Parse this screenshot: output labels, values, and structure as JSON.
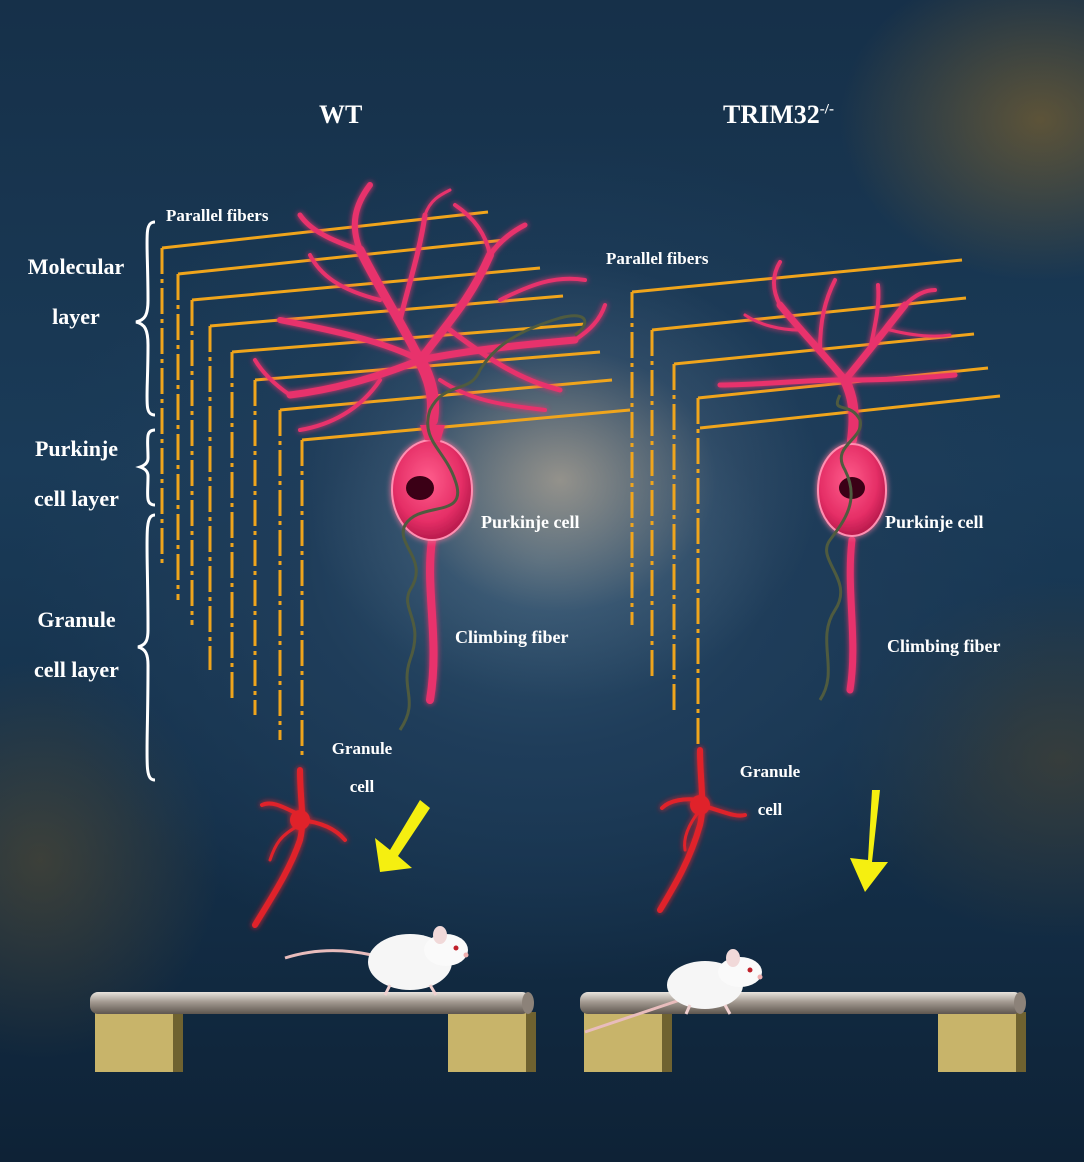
{
  "groups": {
    "wt": {
      "title": "WT",
      "parallel_fibers": "Parallel fibers",
      "purkinje_cell": "Purkinje cell",
      "climbing_fiber": "Climbing fiber",
      "granule_cell": "Granule\ncell"
    },
    "ko": {
      "title_base": "TRIM32",
      "title_sup": "-/-",
      "parallel_fibers": "Parallel fibers",
      "purkinje_cell": "Purkinje cell",
      "climbing_fiber": "Climbing fiber",
      "granule_cell": "Granule\ncell"
    }
  },
  "layers": [
    {
      "label": "Molecular\nlayer"
    },
    {
      "label": "Purkinje\ncell layer"
    },
    {
      "label": "Granule\ncell layer"
    }
  ],
  "colors": {
    "fiber": "#f0a51c",
    "purkinje": "#e8336c",
    "granule": "#e0242c",
    "arrow": "#f5ef10",
    "beam": "#a79f96",
    "support": "#c8b46a",
    "text": "#ffffff"
  }
}
